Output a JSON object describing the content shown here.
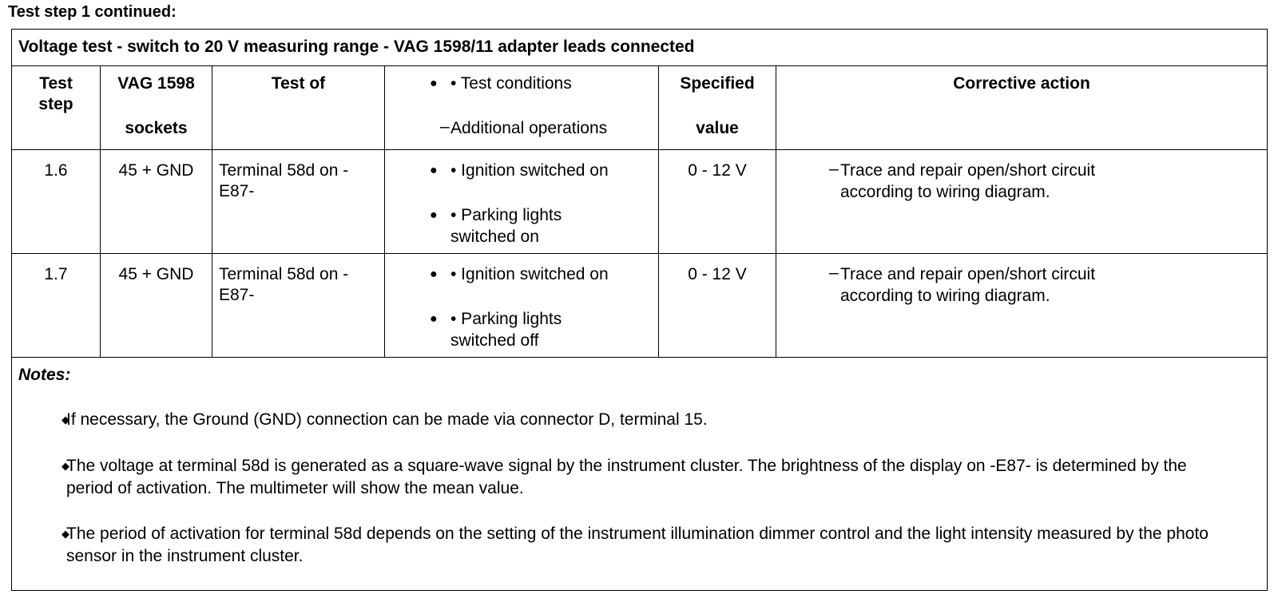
{
  "heading": "Test step 1 continued:",
  "table": {
    "title": "Voltage test - switch to 20 V measuring range - VAG 1598/11 adapter leads connected",
    "headers": {
      "test_step_l1": "Test",
      "test_step_l2": "step",
      "vag_l1": "VAG 1598",
      "vag_l2": "sockets",
      "test_of": "Test of",
      "conditions_l1": "• Test conditions",
      "conditions_l2": "Additional operations",
      "specified_l1": "Specified",
      "specified_l2": "value",
      "corrective": "Corrective action"
    },
    "rows": [
      {
        "step": "1.6",
        "sockets": "45 + GND",
        "test_of_l1": "Terminal 58d on -",
        "test_of_l2": "E87-",
        "cond1": "• Ignition switched on",
        "cond2_l1": "• Parking lights",
        "cond2_l2": "switched on",
        "value": "0 - 12 V",
        "action_l1": "Trace and repair open/short circuit",
        "action_l2": "according to wiring diagram."
      },
      {
        "step": "1.7",
        "sockets": "45 + GND",
        "test_of_l1": "Terminal 58d on -",
        "test_of_l2": "E87-",
        "cond1": "• Ignition switched on",
        "cond2_l1": "• Parking lights",
        "cond2_l2": "switched off",
        "value": "0 - 12 V",
        "action_l1": "Trace and repair open/short circuit",
        "action_l2": "according to wiring diagram."
      }
    ]
  },
  "notes": {
    "label": "Notes:",
    "items": [
      "If necessary, the Ground (GND) connection can be made via connector D, terminal 15.",
      "The voltage at terminal 58d is generated as a square-wave signal by the instrument cluster. The brightness of the display on -E87- is determined by the period of activation. The multimeter will show the mean value.",
      "The period of activation for terminal 58d depends on the setting of the instrument illumination dimmer control and the light intensity measured by the photo sensor in the instrument cluster."
    ]
  }
}
